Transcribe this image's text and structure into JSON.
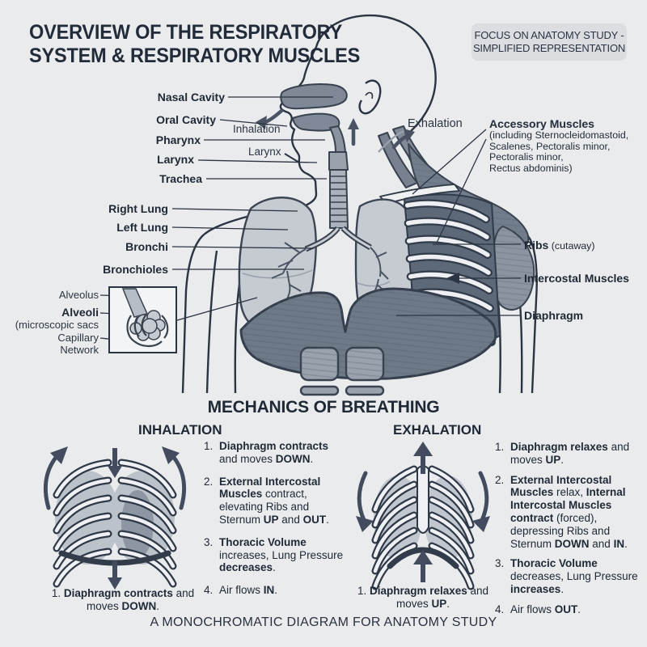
{
  "colors": {
    "background": "#e9ebed",
    "ink": "#222b39",
    "line": "#2b3442",
    "muscle": "#6e7988",
    "muscle_light": "#8b95a2",
    "lung": "#c6cbd2",
    "bone": "#eef0f3",
    "arrow": "#424c5e"
  },
  "header": {
    "title_line1": "OVERVIEW OF THE RESPIRATORY",
    "title_line2": "SYSTEM & RESPIRATORY MUSCLES",
    "focus_line1": "FOCUS ON ANATOMY STUDY -",
    "focus_line2": "SIMPLIFIED REPRESENTATION"
  },
  "anatomy": {
    "nasal_cavity": "Nasal Cavity",
    "oral_cavity": "Oral Cavity",
    "pharynx": "Pharynx",
    "larynx": "Larynx",
    "larynx_inner": "Larynx",
    "trachea": "Trachea",
    "right_lung": "Right Lung",
    "left_lung": "Left Lung",
    "bronchi": "Bronchi",
    "bronchioles": "Bronchioles",
    "inhalation": "Inhalation",
    "exhalation": "Exhalation",
    "accessory_title": "Accessory Muscles",
    "accessory_lines": [
      "(including Sternocleidomastoid,",
      "Scalenes, Pectoralis minor,",
      "Pectoralis minor,",
      "Rectus abdominis)"
    ],
    "ribs_bold": "Ribs",
    "ribs_note": " (cutaway)",
    "intercostal": "Intercostal Muscles",
    "diaphragm": "Diaphragm"
  },
  "inset": {
    "alveolus": "Alveolus",
    "alveoli": "Alveoli",
    "alveoli_note": "(microscopic sacs",
    "capillary_line1": "Capillary",
    "capillary_line2": "Network"
  },
  "mechanics": {
    "title": "MECHANICS OF BREATHING",
    "inhalation": {
      "heading": "INHALATION",
      "steps": [
        {
          "num": "1.",
          "segments": [
            {
              "t": "Diaphragm contracts",
              "b": true
            },
            {
              "t": " and moves ",
              "b": false
            },
            {
              "t": "DOWN",
              "b": true
            },
            {
              "t": ".",
              "b": false
            }
          ]
        },
        {
          "num": "2.",
          "segments": [
            {
              "t": "External Intercostal Muscles",
              "b": true
            },
            {
              "t": " contract, elevating Ribs and Sternum ",
              "b": false
            },
            {
              "t": "UP",
              "b": true
            },
            {
              "t": " and ",
              "b": false
            },
            {
              "t": "OUT",
              "b": true
            },
            {
              "t": ".",
              "b": false
            }
          ]
        },
        {
          "num": "3.",
          "segments": [
            {
              "t": "Thoracic Volume",
              "b": true
            },
            {
              "t": " increases, Lung Pressure ",
              "b": false
            },
            {
              "t": "decreases",
              "b": true
            },
            {
              "t": ".",
              "b": false
            }
          ]
        },
        {
          "num": "4.",
          "segments": [
            {
              "t": "Air flows ",
              "b": false
            },
            {
              "t": "IN",
              "b": true
            },
            {
              "t": ".",
              "b": false
            }
          ]
        }
      ],
      "caption": [
        {
          "t": "1. ",
          "b": false
        },
        {
          "t": "Diaphragm contracts",
          "b": true
        },
        {
          "t": " and moves ",
          "b": false
        },
        {
          "t": "DOWN",
          "b": true
        },
        {
          "t": ".",
          "b": false
        }
      ]
    },
    "exhalation": {
      "heading": "EXHALATION",
      "steps": [
        {
          "num": "1.",
          "segments": [
            {
              "t": "Diaphragm relaxes",
              "b": true
            },
            {
              "t": " and moves ",
              "b": false
            },
            {
              "t": "UP",
              "b": true
            },
            {
              "t": ".",
              "b": false
            }
          ]
        },
        {
          "num": "2.",
          "segments": [
            {
              "t": "External Intercostal Muscles",
              "b": true
            },
            {
              "t": " relax, ",
              "b": false
            },
            {
              "t": "Internal Intercostal Muscles contract",
              "b": true
            },
            {
              "t": " (forced), depressing Ribs and Sternum ",
              "b": false
            },
            {
              "t": "DOWN",
              "b": true
            },
            {
              "t": " and ",
              "b": false
            },
            {
              "t": "IN",
              "b": true
            },
            {
              "t": ".",
              "b": false
            }
          ]
        },
        {
          "num": "3.",
          "segments": [
            {
              "t": "Thoracic Volume",
              "b": true
            },
            {
              "t": " decreases, Lung Pressure ",
              "b": false
            },
            {
              "t": "increases",
              "b": true
            },
            {
              "t": ".",
              "b": false
            }
          ]
        },
        {
          "num": "4.",
          "segments": [
            {
              "t": "Air flows ",
              "b": false
            },
            {
              "t": "OUT",
              "b": true
            },
            {
              "t": ".",
              "b": false
            }
          ]
        }
      ],
      "caption": [
        {
          "t": "1. ",
          "b": false
        },
        {
          "t": "Diaphragm relaxes",
          "b": true
        },
        {
          "t": " and moves ",
          "b": false
        },
        {
          "t": "UP",
          "b": true
        },
        {
          "t": ".",
          "b": false
        }
      ]
    }
  },
  "footer": {
    "caption": "A MONOCHROMATIC DIAGRAM FOR ANATOMY STUDY"
  }
}
